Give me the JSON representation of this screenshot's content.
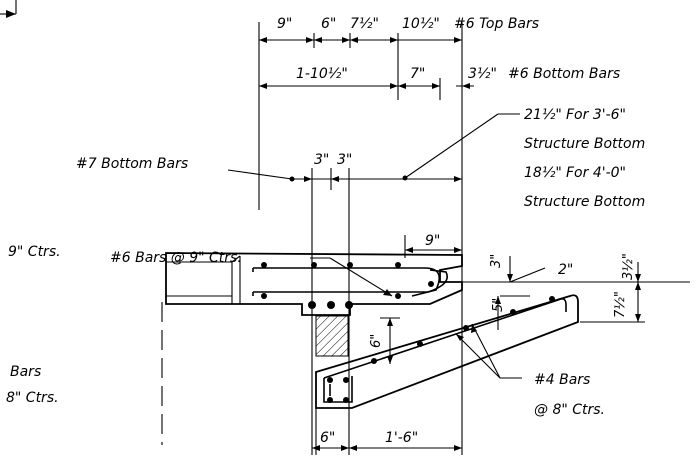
{
  "labels": {
    "top_bars": "#6 Top Bars",
    "bottom_bars_6": "#6 Bottom Bars",
    "bottom_bars_7": "#7 Bottom Bars",
    "bars_9ctrs": "#6 Bars @ 9\" Ctrs.",
    "note_line1": "For 3'-6\"",
    "note_line2": "Structure Bottom",
    "note_line3": "For 4'-0\"",
    "note_line4": "Structure Bottom",
    "bars4_line1": "#4 Bars",
    "bars4_line2": "@ 8\" Ctrs.",
    "left_cut_9ctrs": "9\" Ctrs.",
    "left_cut_bars": "Bars",
    "left_cut_8ctrs": "8\" Ctrs."
  },
  "dimensions": {
    "d_9": "9\"",
    "d_6": "6\"",
    "d_7_5": "7½\"",
    "d_10_5": "10½\"",
    "d_1_10_5": "1-10½\"",
    "d_7": "7\"",
    "d_3_5_top": "3½\"",
    "d_21_5": "21½\"",
    "d_18_5": "18½\"",
    "d_3a": "3\"",
    "d_3b": "3\"",
    "d_9_mid": "9\"",
    "d_3_vert": "3\"",
    "d_3_5_right": "3½\"",
    "d_2": "2\"",
    "d_5": "5\"",
    "d_7_5_right": "7½\"",
    "d_6_vert": "6\"",
    "d_6_bottom": "6\"",
    "d_1_6": "1'-6\""
  }
}
